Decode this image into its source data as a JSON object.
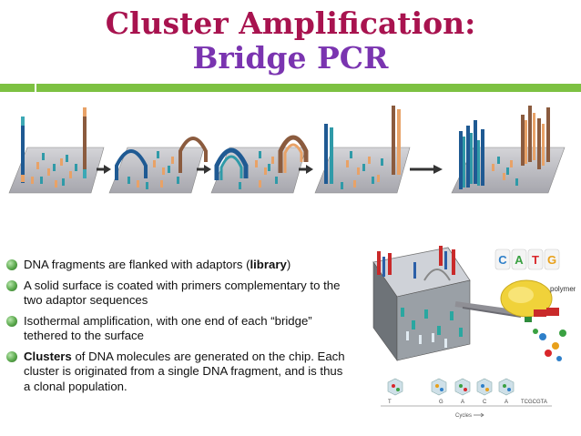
{
  "title": {
    "line1": "Cluster Amplification:",
    "line2": "Bridge PCR"
  },
  "colors": {
    "title_line1": "#a8134f",
    "title_line2": "#7a34b0",
    "accent_bar": "#7dc142",
    "bullet": "#5aa84c"
  },
  "bullets": [
    {
      "pre": "DNA fragments are flanked with adaptors (",
      "bold": "library",
      "post": ")"
    },
    {
      "pre": "A solid surface is coated with primers complementary to the two adaptor sequences",
      "bold": "",
      "post": ""
    },
    {
      "pre": "Isothermal amplification, with one end of each “bridge” tethered to the surface",
      "bold": "",
      "post": ""
    },
    {
      "pre": "",
      "bold": "Clusters",
      "post": " of DNA molecules are generated on the chip. Each cluster is originated from a single DNA fragment, and is thus a clonal population."
    }
  ],
  "illustration": {
    "bases": [
      "C",
      "A",
      "T",
      "G"
    ],
    "base_colors": [
      "#2e7fc9",
      "#3aa142",
      "#d9262b",
      "#e8a01a"
    ],
    "polymerase_label": "polymerase",
    "sequence_letters": [
      "T",
      "G",
      "A",
      "C",
      "A",
      "TCGCGTA"
    ],
    "cycles_label": "Cycles"
  }
}
